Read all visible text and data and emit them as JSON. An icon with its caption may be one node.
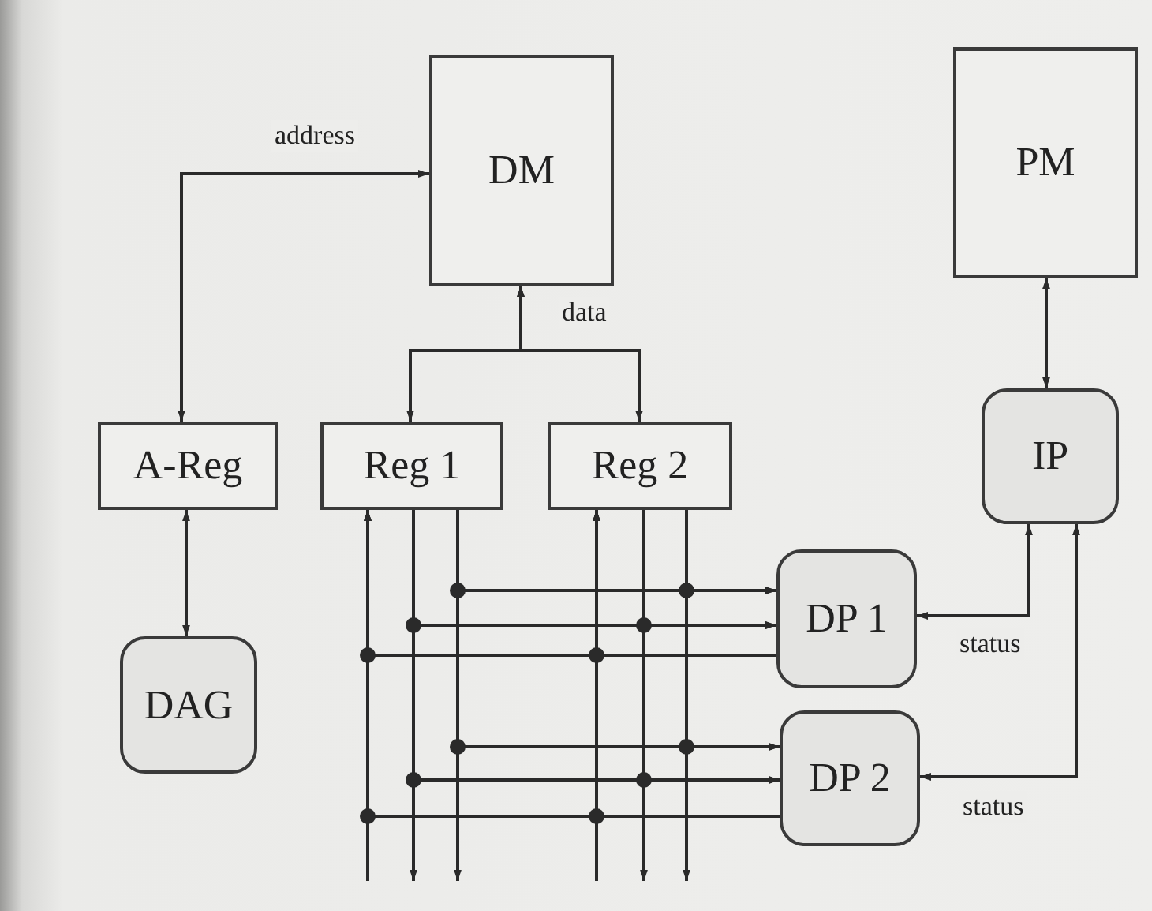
{
  "diagram": {
    "nodes": [
      {
        "text": [
          "DM"
        ]
      },
      {
        "text": [
          "PM"
        ]
      },
      {
        "text": [
          "A-Reg"
        ]
      },
      {
        "text": [
          "Reg 1"
        ]
      },
      {
        "text": [
          "Reg 2"
        ]
      },
      {
        "text": [
          "IP"
        ]
      },
      {
        "text": [
          "DAG"
        ]
      },
      {
        "text": [
          "DP 1"
        ]
      },
      {
        "text": [
          "DP 2"
        ]
      }
    ],
    "edges": [
      {
        "from": 2,
        "to": 0,
        "arrow": "both",
        "label": "address"
      },
      {
        "from": 0,
        "to": 3,
        "arrow": "both",
        "label": "data"
      },
      {
        "from": 0,
        "to": 4,
        "arrow": "both"
      },
      {
        "from": 2,
        "to": 6,
        "arrow": "both"
      },
      {
        "from": 1,
        "to": 5,
        "arrow": "both"
      },
      {
        "from": 7,
        "to": 5,
        "arrow": "both",
        "label": "status"
      },
      {
        "from": 8,
        "to": 5,
        "arrow": "both",
        "label": "status"
      },
      {
        "from": 3,
        "to": 7,
        "arrow": "to"
      },
      {
        "from": 4,
        "to": 7,
        "arrow": "to"
      },
      {
        "from": 3,
        "to": 7,
        "arrow": "to"
      },
      {
        "from": 4,
        "to": 7,
        "arrow": "to"
      },
      {
        "from": 7,
        "to": 3,
        "arrow": "to"
      },
      {
        "from": 7,
        "to": 4,
        "arrow": "to"
      },
      {
        "from": 3,
        "to": 8,
        "arrow": "to"
      },
      {
        "from": 4,
        "to": 8,
        "arrow": "to"
      },
      {
        "from": 3,
        "to": 8,
        "arrow": "to"
      },
      {
        "from": 4,
        "to": 8,
        "arrow": "to"
      },
      {
        "from": 8,
        "to": 3,
        "arrow": "to"
      },
      {
        "from": 8,
        "to": 4,
        "arrow": "to"
      },
      {
        "from": 3,
        "to": null,
        "arrow": "to"
      },
      {
        "from": 3,
        "to": null,
        "arrow": "to"
      },
      {
        "from": 4,
        "to": null,
        "arrow": "to"
      },
      {
        "from": 4,
        "to": null,
        "arrow": "to"
      },
      {
        "from": null,
        "to": 3,
        "arrow": "to"
      },
      {
        "from": null,
        "to": 4,
        "arrow": "to"
      }
    ]
  }
}
